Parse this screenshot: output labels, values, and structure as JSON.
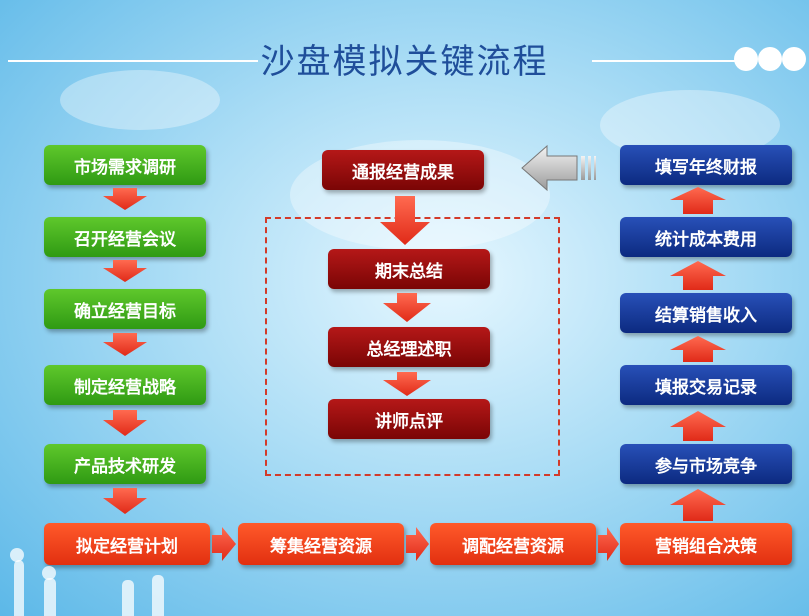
{
  "title": "沙盘模拟关键流程",
  "colors": {
    "green": "#3fae1c",
    "blue": "#0e2d87",
    "dark_red": "#9a0b0b",
    "orange_red": "#f03c15",
    "arrow_red": "#ee3b2b",
    "background": "#9fd6f3"
  },
  "left_column": [
    "市场需求调研",
    "召开经营会议",
    "确立经营目标",
    "制定经营战略",
    "产品技术研发"
  ],
  "bottom_row": [
    "拟定经营计划",
    "筹集经营资源",
    "调配经营资源",
    "营销组合决策"
  ],
  "right_column": [
    "参与市场竞争",
    "填报交易记录",
    "结算销售收入",
    "统计成本费用",
    "填写年终财报"
  ],
  "center": {
    "top": "通报经营成果",
    "boxed": [
      "期末总结",
      "总经理述职",
      "讲师点评"
    ]
  }
}
